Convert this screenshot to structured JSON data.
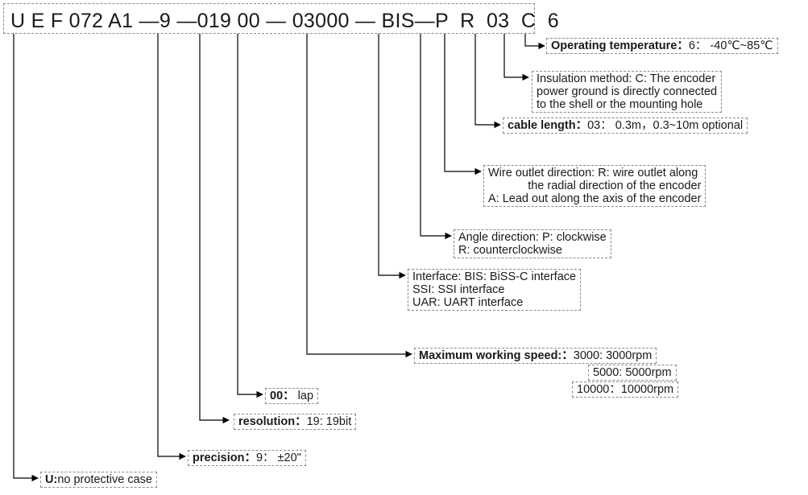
{
  "code": {
    "U": "U",
    "EF": " E F 072 A1 ",
    "dash1": "—",
    "precision": "9",
    "dash2": " —",
    "resolution": "019",
    "lap": " 00",
    "dash3": " — ",
    "speed": "03000",
    "dash4": " — ",
    "interface": "BIS",
    "dash5": "—",
    "angle": "P",
    "sp1": "  ",
    "outlet": "R",
    "sp2": "  ",
    "cable": "03",
    "sp3": "  ",
    "insulation": "C",
    "sp4": "  ",
    "temperature": "6"
  },
  "annotations": {
    "temperature": {
      "label": "Operating temperature：",
      "value": "6：  -40℃~85℃"
    },
    "insulation": {
      "lines": [
        "Insulation method: C: The encoder",
        "power ground is directly connected",
        "to the shell or the mounting hole"
      ]
    },
    "cable": {
      "label": "cable length：",
      "value": "03：  0.3m，0.3~10m optional"
    },
    "outlet": {
      "lines": [
        "Wire outlet direction: R: wire outlet along",
        "the radial direction of the encoder",
        "A: Lead out along the axis of the encoder"
      ]
    },
    "angle": {
      "lines": [
        "Angle direction: P: clockwise",
        "R: counterclockwise"
      ]
    },
    "interface": {
      "lines": [
        "Interface: BIS: BiSS-C interface",
        "SSI: SSI interface",
        "UAR: UART interface"
      ]
    },
    "speed": {
      "label": "Maximum working speed:：",
      "values": [
        "3000: 3000rpm",
        "5000: 5000rpm",
        "10000：10000rpm"
      ]
    },
    "lap": {
      "label": "00：",
      "value": " lap"
    },
    "resolution": {
      "label": "resolution：",
      "value": "19: 19bit"
    },
    "precision": {
      "label": "precision：",
      "value": "9：  ±20\""
    },
    "protection": {
      "label": "U:",
      "value": "no protective case"
    }
  }
}
